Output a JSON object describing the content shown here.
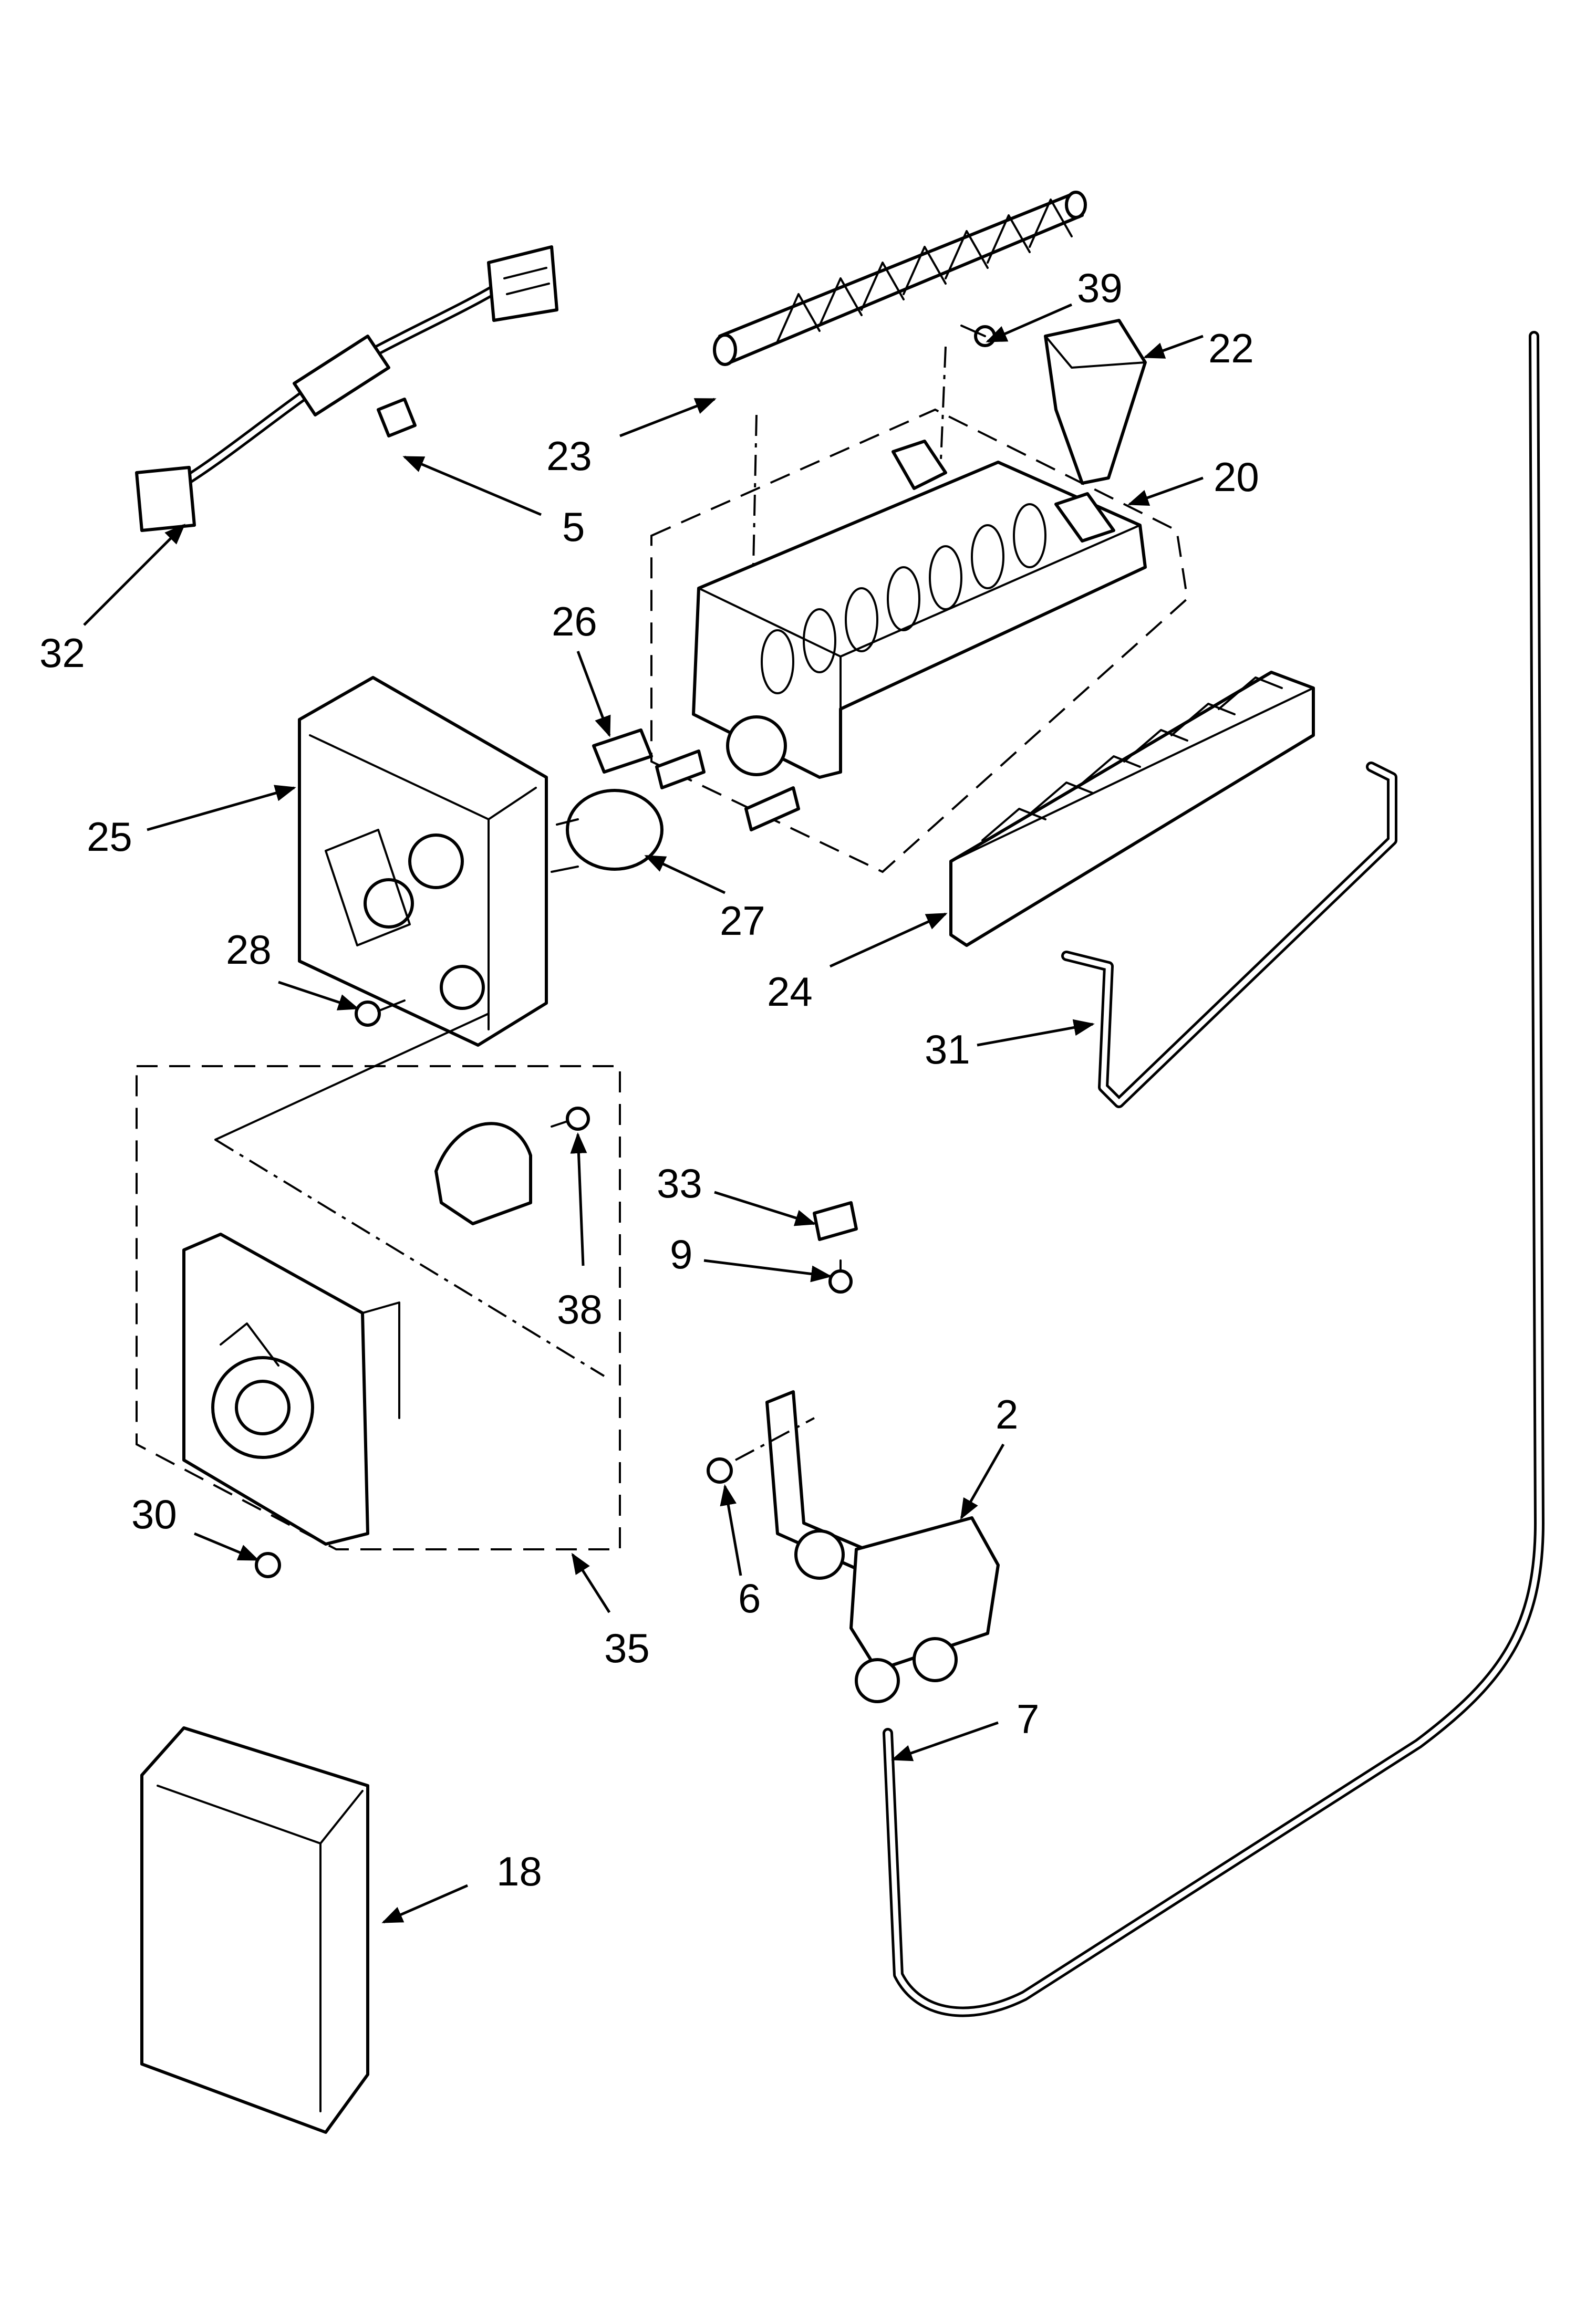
{
  "callouts": [
    {
      "id": "39",
      "text": "39"
    },
    {
      "id": "22",
      "text": "22"
    },
    {
      "id": "23",
      "text": "23"
    },
    {
      "id": "20",
      "text": "20"
    },
    {
      "id": "5",
      "text": "5"
    },
    {
      "id": "32",
      "text": "32"
    },
    {
      "id": "26",
      "text": "26"
    },
    {
      "id": "25",
      "text": "25"
    },
    {
      "id": "27",
      "text": "27"
    },
    {
      "id": "28",
      "text": "28"
    },
    {
      "id": "24",
      "text": "24"
    },
    {
      "id": "31",
      "text": "31"
    },
    {
      "id": "33",
      "text": "33"
    },
    {
      "id": "9",
      "text": "9"
    },
    {
      "id": "38",
      "text": "38"
    },
    {
      "id": "2",
      "text": "2"
    },
    {
      "id": "30",
      "text": "30"
    },
    {
      "id": "6",
      "text": "6"
    },
    {
      "id": "35",
      "text": "35"
    },
    {
      "id": "7",
      "text": "7"
    },
    {
      "id": "18",
      "text": "18"
    }
  ]
}
